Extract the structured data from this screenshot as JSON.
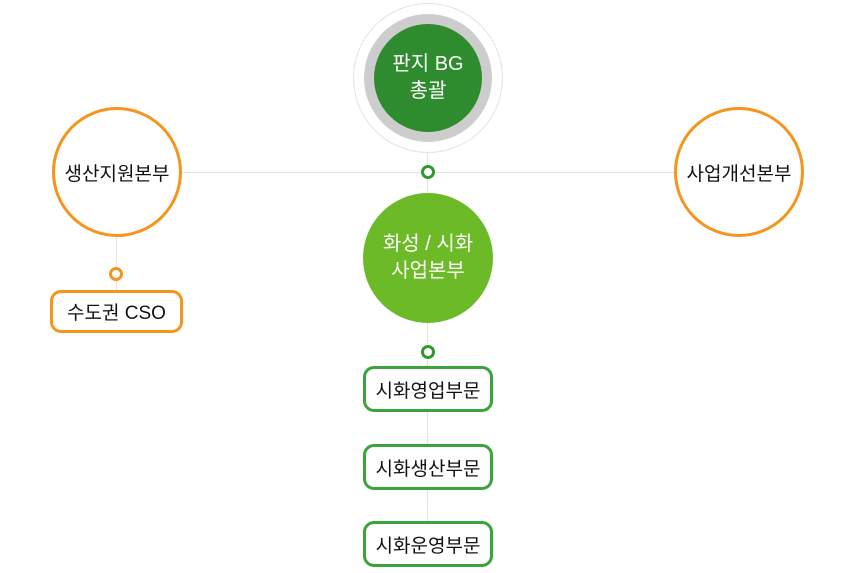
{
  "colors": {
    "root_fill_green": "#2e8b2e",
    "root_ring_gray": "#cdcdcd",
    "root_outer_ring": "#e3e3e3",
    "business_hq_fill_green": "#6cba28",
    "dept_border_green": "#3aa33a",
    "division_border_orange": "#f7941d",
    "connector_gray": "#e2e2e2",
    "text_dark": "#111111",
    "text_light": "#ffffff"
  },
  "org": {
    "root": {
      "line1": "판지 BG",
      "line2": "총괄"
    },
    "left": {
      "label": "생산지원본부"
    },
    "left_child": {
      "label": "수도권 CSO"
    },
    "right": {
      "label": "사업개선본부"
    },
    "center": {
      "line1": "화성 / 시화",
      "line2": "사업본부"
    },
    "center_children": [
      {
        "label": "시화영업부문"
      },
      {
        "label": "시화생산부문"
      },
      {
        "label": "시화운영부문"
      }
    ]
  }
}
